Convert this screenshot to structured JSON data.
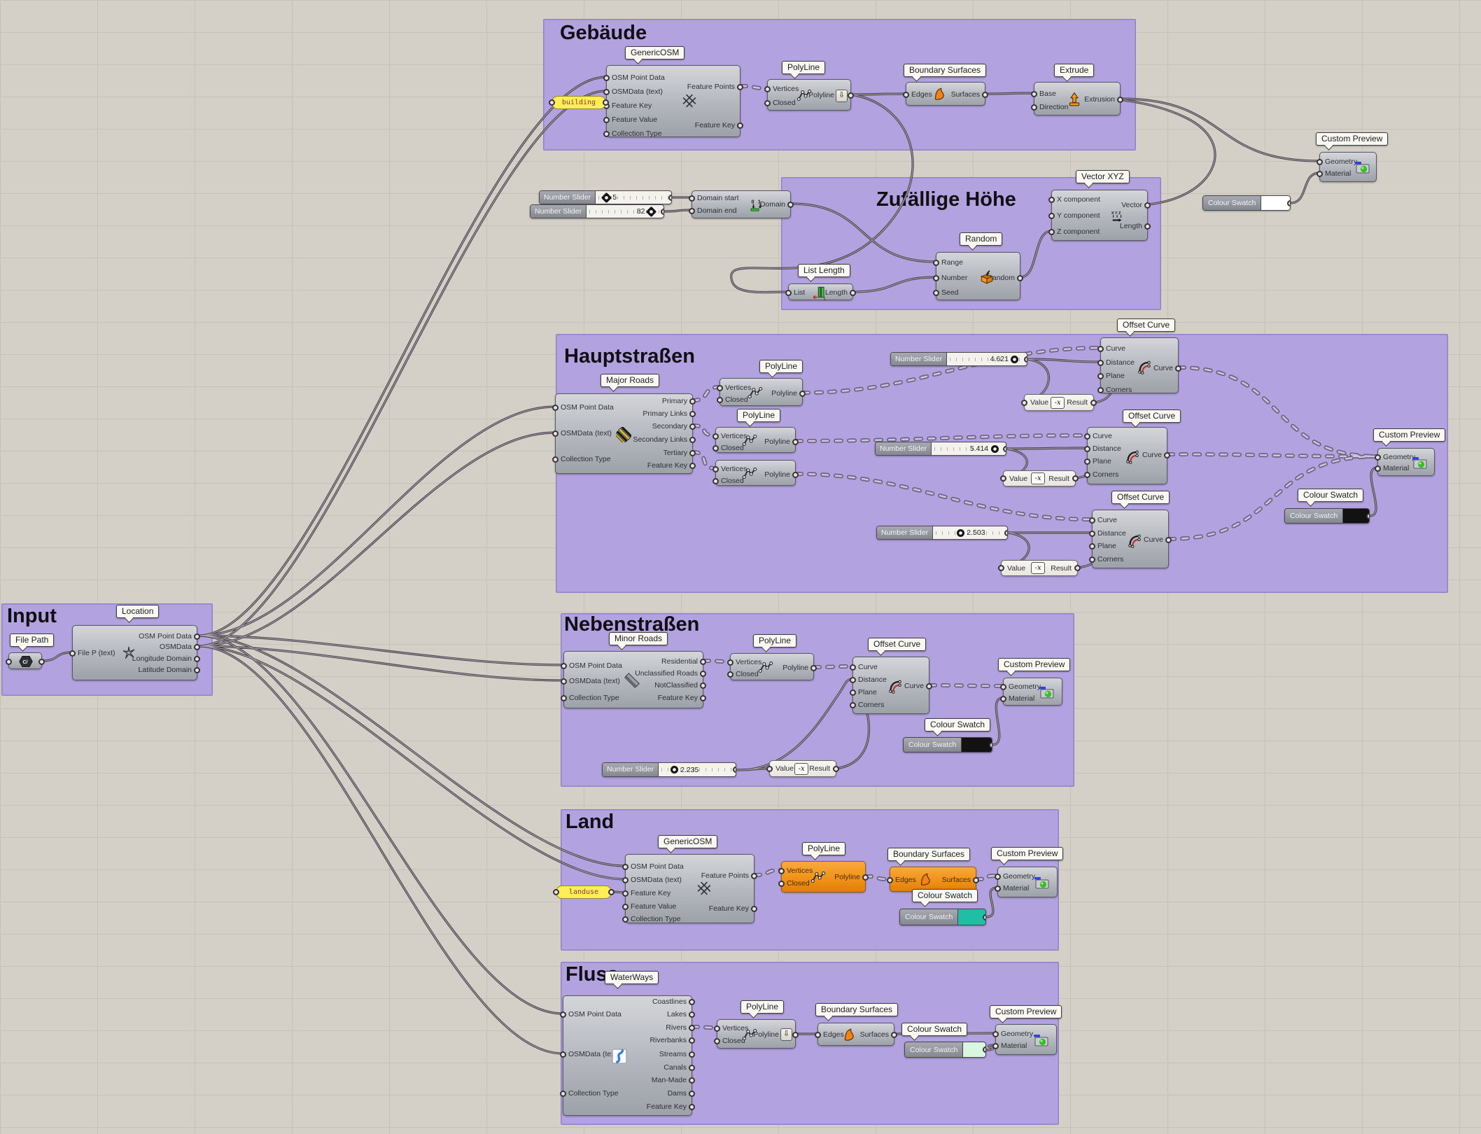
{
  "app": "Grasshopper node canvas",
  "colors": {
    "canvas": "#d4d0c8",
    "grid": "#c6c2ba",
    "group_fill": "#b3a2e0",
    "node_gray": "#b3b7bd",
    "node_selected_orange": "#f09015",
    "panel_yellow": "#ffee55",
    "swatch_white": "#ffffff",
    "swatch_black": "#121212",
    "swatch_teal": "#1fbfa6",
    "swatch_mint": "#d9f6de",
    "wire": "#4a434b",
    "wire_dashed": "#6e6280"
  },
  "groups": {
    "gebaeude": {
      "title": "Gebäude"
    },
    "zufaellige": {
      "title": "Zufällige Höhe"
    },
    "hauptstrassen": {
      "title": "Hauptstraßen"
    },
    "input": {
      "title": "Input"
    },
    "nebenstrassen": {
      "title": "Nebenstraßen"
    },
    "land": {
      "title": "Land"
    },
    "fluss": {
      "title": "Fluss"
    }
  },
  "nodes": {
    "location": {
      "tag": "Location",
      "icon": "location-icon",
      "inputs": [
        "File P (text)"
      ],
      "outputs": [
        "OSM Point Data",
        "OSMData",
        "Longitude Domain",
        "Latitude Domain"
      ]
    },
    "file_path": {
      "tag": "File Path",
      "icon": "file-path-icon",
      "inputs": [],
      "outputs": []
    },
    "gosm_g": {
      "tag": "GenericOSM",
      "icon": "genericosm-icon",
      "inputs": [
        "OSM Point Data",
        "OSMData (text)",
        "Feature Key",
        "Feature Value",
        "Collection Type"
      ],
      "outputs": [
        "Feature Points",
        "Feature Key"
      ]
    },
    "panel_building": {
      "text": "building"
    },
    "poly_g": {
      "tag": "PolyLine",
      "icon": "polyline-icon",
      "inputs": [
        "Vertices",
        "Closed"
      ],
      "outputs": [
        "Polyline"
      ]
    },
    "surf_g": {
      "tag": "Boundary Surfaces",
      "icon": "surfaces-icon",
      "inputs": [
        "Edges"
      ],
      "outputs": [
        "Surfaces"
      ]
    },
    "extrude": {
      "tag": "Extrude",
      "icon": "extrude-icon",
      "inputs": [
        "Base",
        "Direction"
      ],
      "outputs": [
        "Extrusion"
      ]
    },
    "cp_top": {
      "tag": "Custom Preview",
      "icon": "preview-icon",
      "inputs": [
        "Geometry",
        "Material"
      ],
      "outputs": []
    },
    "swatch_top": {
      "label": "Colour Swatch",
      "color": "#ffffff"
    },
    "slider_5": {
      "label": "Number Slider",
      "value": "5"
    },
    "slider_82": {
      "label": "Number Slider",
      "value": "82"
    },
    "domain": {
      "icon": "domain-icon",
      "inputs": [
        "Domain start",
        "Domain end"
      ],
      "outputs": [
        "Domain"
      ]
    },
    "list_length": {
      "tag": "List Length",
      "icon": "list-length-icon",
      "inputs": [
        "List"
      ],
      "outputs": [
        "Length"
      ]
    },
    "random": {
      "tag": "Random",
      "icon": "random-icon",
      "inputs": [
        "Range",
        "Number",
        "Seed"
      ],
      "outputs": [
        "Random"
      ]
    },
    "vector_xyz": {
      "tag": "Vector XYZ",
      "icon": "vector-xyz-icon",
      "inputs": [
        "X component",
        "Y component",
        "Z component"
      ],
      "outputs": [
        "Vector",
        "Length"
      ]
    },
    "major_roads": {
      "tag": "Major Roads",
      "icon": "major-roads-icon",
      "inputs": [
        "OSM Point Data",
        "OSMData (text)",
        "Collection Type"
      ],
      "outputs": [
        "Primary",
        "Primary Links",
        "Secondary",
        "Secondary Links",
        "Tertiary",
        "Feature Key"
      ]
    },
    "poly_h1": {
      "tag": "PolyLine",
      "icon": "polyline-icon",
      "inputs": [
        "Vertices",
        "Closed"
      ],
      "outputs": [
        "Polyline"
      ]
    },
    "poly_h2": {
      "tag": "PolyLine",
      "icon": "polyline-icon",
      "inputs": [
        "Vertices",
        "Closed"
      ],
      "outputs": [
        "Polyline"
      ]
    },
    "poly_h3": {
      "icon": "polyline-icon",
      "inputs": [
        "Vertices",
        "Closed"
      ],
      "outputs": [
        "Polyline"
      ]
    },
    "slider_4621": {
      "label": "Number Slider",
      "value": "4.621"
    },
    "expr_1": {
      "value_label": "Value",
      "result_label": "Result",
      "icon": "expression-icon"
    },
    "offset_1": {
      "tag": "Offset Curve",
      "icon": "offset-curve-icon",
      "inputs": [
        "Curve",
        "Distance",
        "Plane",
        "Corners"
      ],
      "outputs": [
        "Curve"
      ]
    },
    "slider_5414": {
      "label": "Number Slider",
      "value": "5.414"
    },
    "expr_2": {
      "value_label": "Value",
      "result_label": "Result",
      "icon": "expression-icon"
    },
    "offset_2": {
      "tag": "Offset Curve",
      "icon": "offset-curve-icon",
      "inputs": [
        "Curve",
        "Distance",
        "Plane",
        "Corners"
      ],
      "outputs": [
        "Curve"
      ]
    },
    "slider_2503": {
      "label": "Number Slider",
      "value": "2.503"
    },
    "expr_3": {
      "value_label": "Value",
      "result_label": "Result",
      "icon": "expression-icon"
    },
    "offset_3": {
      "tag": "Offset Curve",
      "icon": "offset-curve-icon",
      "inputs": [
        "Curve",
        "Distance",
        "Plane",
        "Corners"
      ],
      "outputs": [
        "Curve"
      ]
    },
    "cp_h": {
      "tag": "Custom Preview",
      "icon": "preview-icon",
      "inputs": [
        "Geometry",
        "Material"
      ],
      "outputs": []
    },
    "swatch_h": {
      "tag": "Colour Swatch",
      "label": "Colour Swatch",
      "color": "#121212"
    },
    "minor_roads": {
      "tag": "Minor Roads",
      "icon": "minor-roads-icon",
      "inputs": [
        "OSM Point Data",
        "OSMData (text)",
        "Collection Type"
      ],
      "outputs": [
        "Residential",
        "Unclassified Roads",
        "NotClassified",
        "Feature Key"
      ]
    },
    "poly_n": {
      "tag": "PolyLine",
      "icon": "polyline-icon",
      "inputs": [
        "Vertices",
        "Closed"
      ],
      "outputs": [
        "Polyline"
      ]
    },
    "offset_n": {
      "tag": "Offset Curve",
      "icon": "offset-curve-icon",
      "inputs": [
        "Curve",
        "Distance",
        "Plane",
        "Corners"
      ],
      "outputs": [
        "Curve"
      ]
    },
    "slider_2235": {
      "label": "Number Slider",
      "value": "2.235"
    },
    "expr_n": {
      "value_label": "Value",
      "result_label": "Result",
      "icon": "expression-icon"
    },
    "swatch_n": {
      "tag": "Colour Swatch",
      "label": "Colour Swatch",
      "color": "#121212"
    },
    "cp_n": {
      "tag": "Custom Preview",
      "icon": "preview-icon",
      "inputs": [
        "Geometry",
        "Material"
      ],
      "outputs": []
    },
    "gosm_l": {
      "tag": "GenericOSM",
      "icon": "genericosm-icon",
      "inputs": [
        "OSM Point Data",
        "OSMData (text)",
        "Feature Key",
        "Feature Value",
        "Collection Type"
      ],
      "outputs": [
        "Feature Points",
        "Feature Key"
      ]
    },
    "panel_landuse": {
      "text": "landuse"
    },
    "poly_l": {
      "tag": "PolyLine",
      "icon": "polyline-icon",
      "inputs": [
        "Vertices",
        "Closed"
      ],
      "outputs": [
        "Polyline"
      ]
    },
    "surf_l": {
      "tag": "Boundary Surfaces",
      "icon": "surfaces-icon",
      "inputs": [
        "Edges"
      ],
      "outputs": [
        "Surfaces"
      ]
    },
    "swatch_l": {
      "tag": "Colour Swatch",
      "label": "Colour Swatch",
      "color": "#1fbfa6"
    },
    "cp_l": {
      "tag": "Custom Preview",
      "icon": "preview-icon",
      "inputs": [
        "Geometry",
        "Material"
      ],
      "outputs": []
    },
    "waterways": {
      "tag": "WaterWays",
      "icon": "waterways-icon",
      "inputs": [
        "OSM Point Data",
        "OSMData (text)",
        "Collection Type"
      ],
      "outputs": [
        "Coastlines",
        "Lakes",
        "Rivers",
        "Riverbanks",
        "Streams",
        "Canals",
        "Man-Made",
        "Dams",
        "Feature Key"
      ]
    },
    "poly_f": {
      "tag": "PolyLine",
      "icon": "polyline-icon",
      "inputs": [
        "Vertices",
        "Closed"
      ],
      "outputs": [
        "Polyline"
      ]
    },
    "surf_f": {
      "tag": "Boundary Surfaces",
      "icon": "surfaces-icon",
      "inputs": [
        "Edges"
      ],
      "outputs": [
        "Surfaces"
      ]
    },
    "swatch_f": {
      "tag": "Colour Swatch",
      "label": "Colour Swatch",
      "color": "#d9f6de"
    },
    "cp_f": {
      "tag": "Custom Preview",
      "icon": "preview-icon",
      "inputs": [
        "Geometry",
        "Material"
      ],
      "outputs": []
    }
  }
}
